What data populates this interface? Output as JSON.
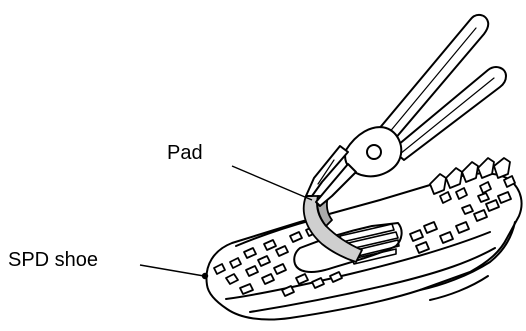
{
  "labels": {
    "pad": "Pad",
    "spd_shoe": "SPD shoe"
  },
  "icons": {
    "pliers": "pliers-illustration",
    "shoe": "spd-shoe-illustration",
    "pad": "pad-illustration"
  },
  "colors": {
    "line": "#000000",
    "pad_fill": "#cfcfcf",
    "pad_shade": "#a9a9a9",
    "background": "#ffffff"
  }
}
